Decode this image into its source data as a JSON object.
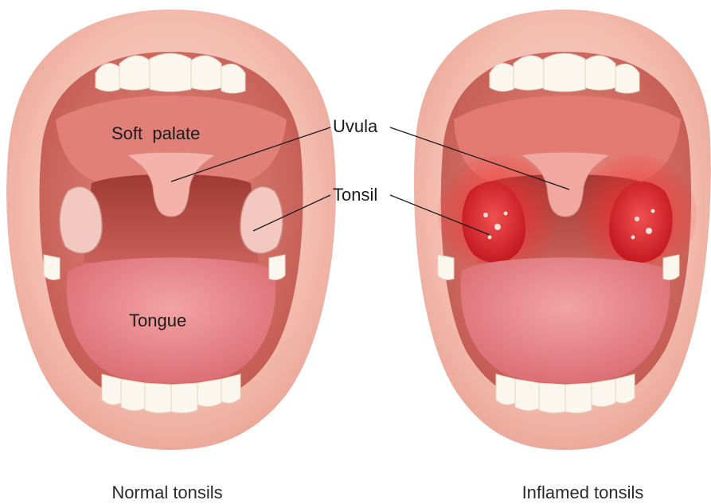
{
  "labels": {
    "soft_palate": "Soft  palate",
    "uvula": "Uvula",
    "tonsil": "Tonsil",
    "tongue": "Tongue"
  },
  "captions": {
    "normal": "Normal tonsils",
    "inflamed": "Inflamed tonsils"
  },
  "colors": {
    "lip": "#f2b3a6",
    "mouth_cavity": "#d9706a",
    "throat": "#b8453c",
    "tongue": "#e9858a",
    "teeth": "#fbf7ef",
    "inflamed": "#e8222a"
  }
}
